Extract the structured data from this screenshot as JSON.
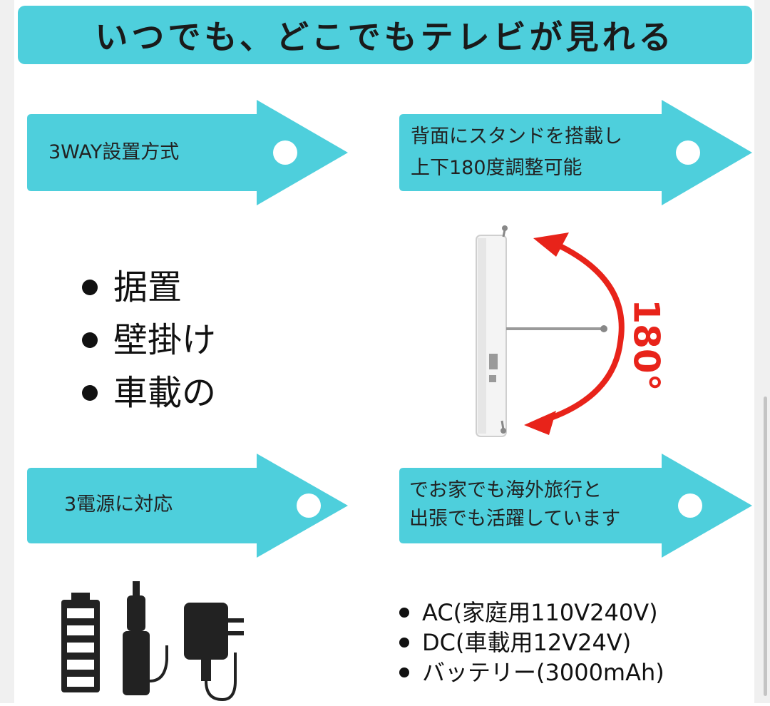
{
  "title": "いつでも、どこでもテレビが見れる",
  "arrows": {
    "top_left": "3WAY設置方式",
    "top_right": [
      "背面にスタンドを搭載し",
      "上下180度調整可能"
    ],
    "bottom_left": "3電源に対応",
    "bottom_right": [
      "でお家でも海外旅行と",
      "出張でも活躍しています"
    ]
  },
  "install_methods": [
    "据置",
    "壁掛け",
    "車載の"
  ],
  "rotation_label": "180°",
  "power_sources": [
    "AC(家庭用110V240V)",
    "DC(車載用12V24V)",
    "バッテリー(3000mAh)"
  ],
  "icons": [
    "battery-icon",
    "car-charger-icon",
    "ac-adapter-icon",
    "tv-stand-icon",
    "rotation-arrow-icon"
  ],
  "colors": {
    "accent": "#4ecfdc",
    "arrow_red": "#e8231a"
  }
}
